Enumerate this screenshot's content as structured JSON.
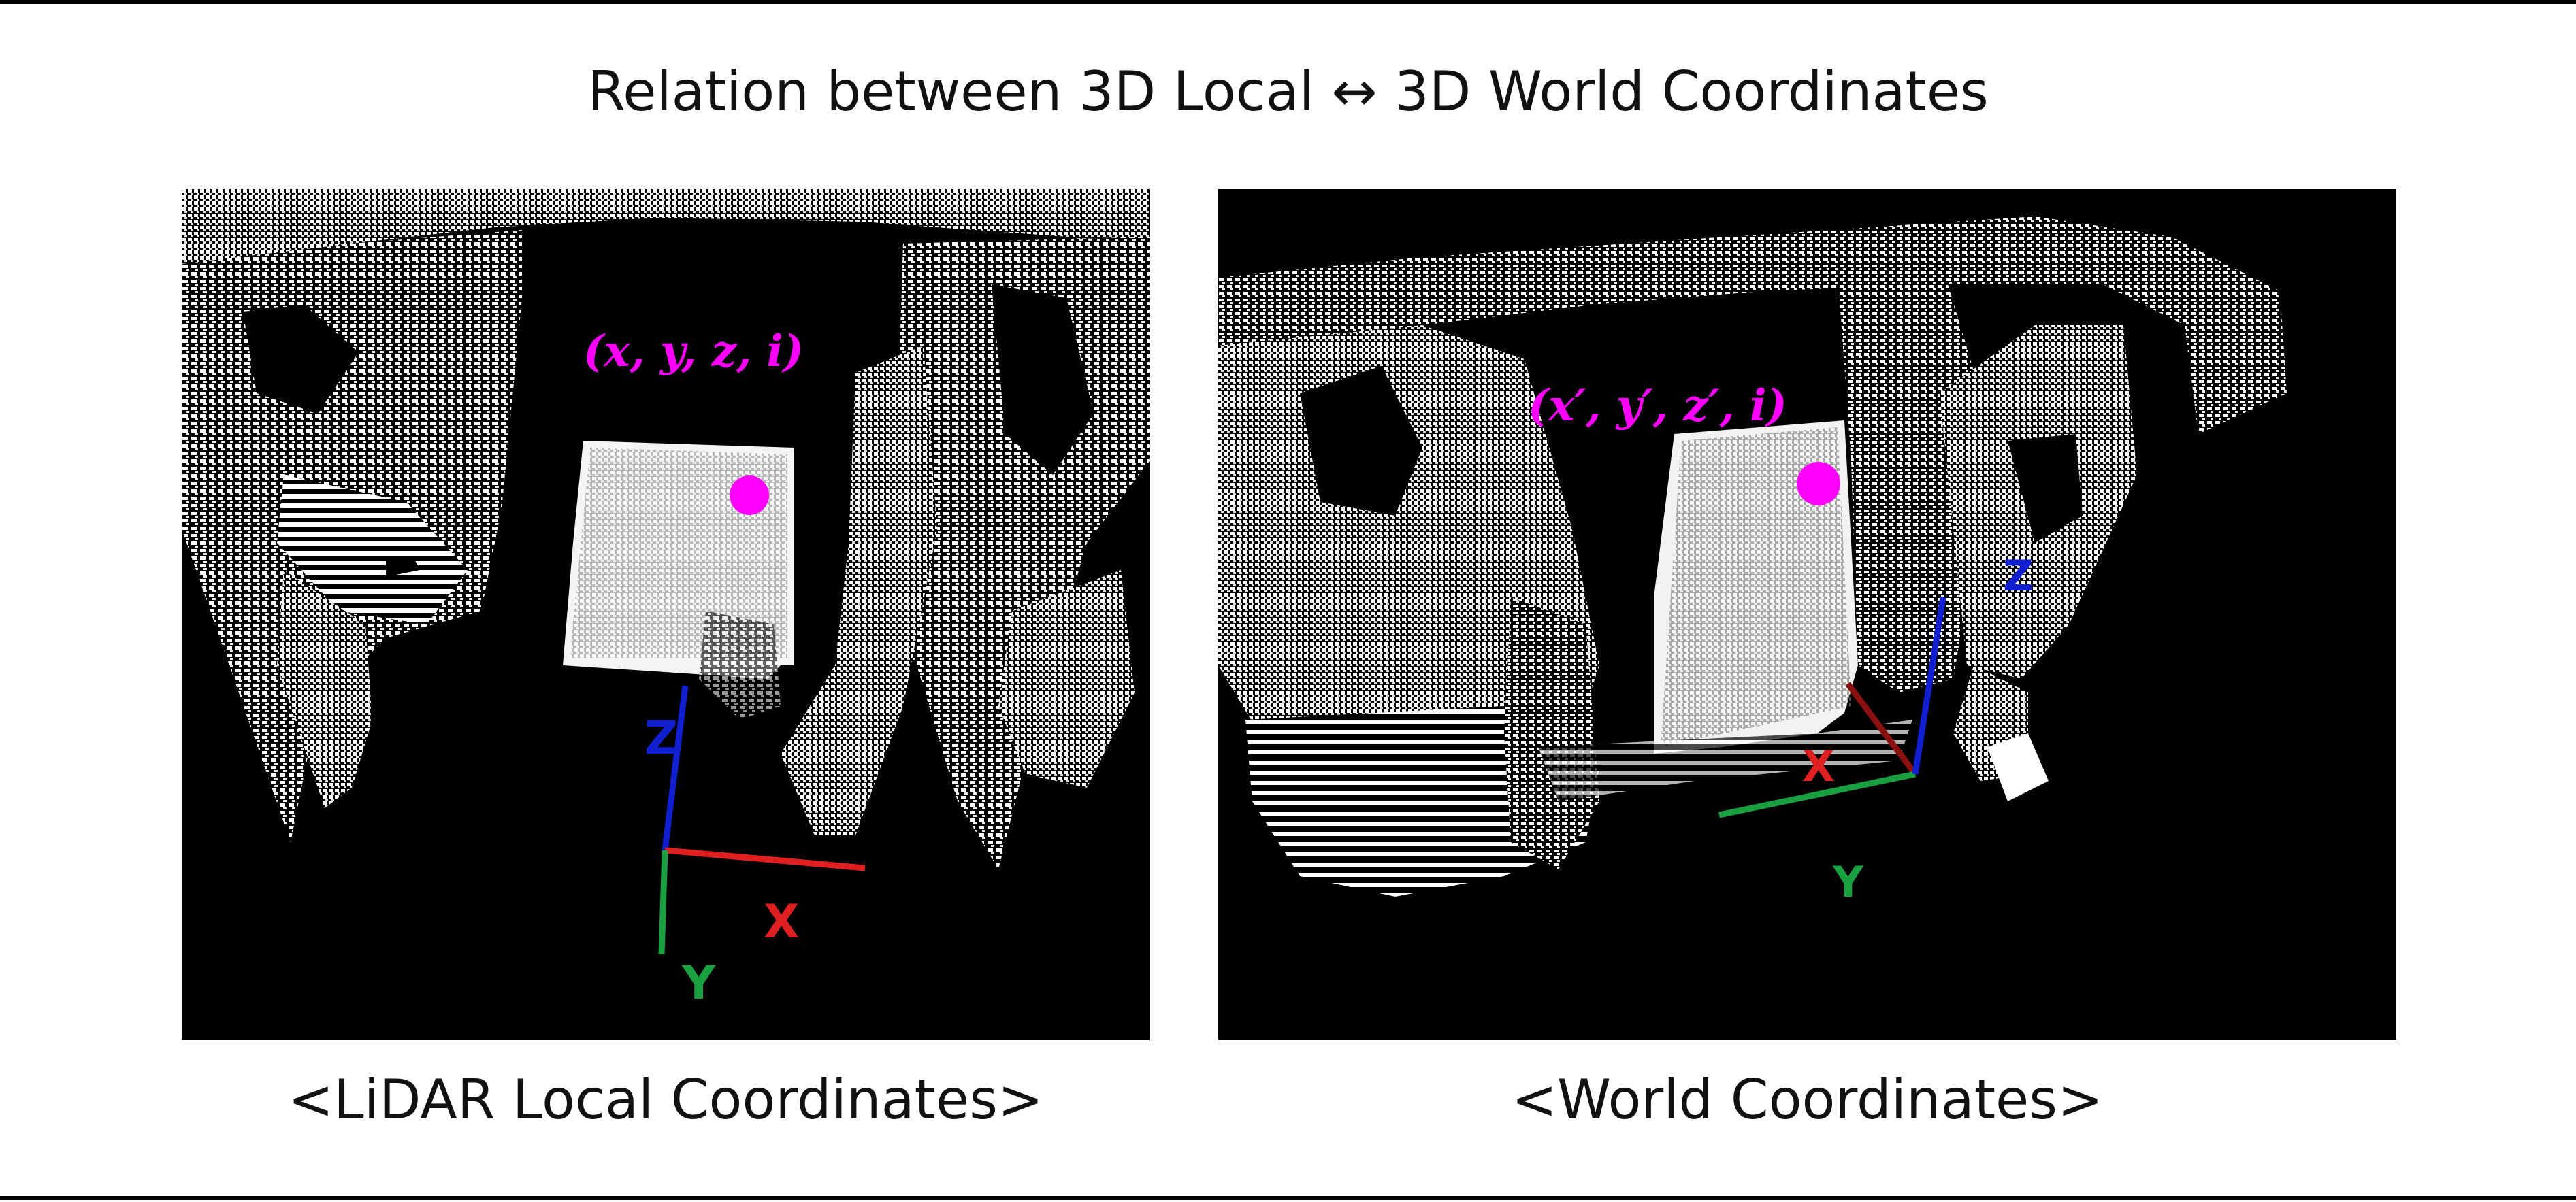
{
  "title": "Relation between 3D Local ↔ 3D World Coordinates",
  "panels": {
    "local": {
      "caption": "<LiDAR Local Coordinates>",
      "point_label": "(x, y, z, i)",
      "axes": {
        "x": "X",
        "y": "Y",
        "z": "Z"
      }
    },
    "world": {
      "caption": "<World Coordinates>",
      "point_label": "(x′, y′, z′, i)",
      "axes": {
        "x": "X",
        "y": "Y",
        "z": "Z"
      }
    }
  },
  "colors": {
    "point": "#ff00ff",
    "x_axis": "#e02020",
    "x_axis_world": "#8b1010",
    "y_axis": "#1aa040",
    "z_axis": "#1020d0",
    "cloud": "#ffffff",
    "background": "#000000"
  }
}
